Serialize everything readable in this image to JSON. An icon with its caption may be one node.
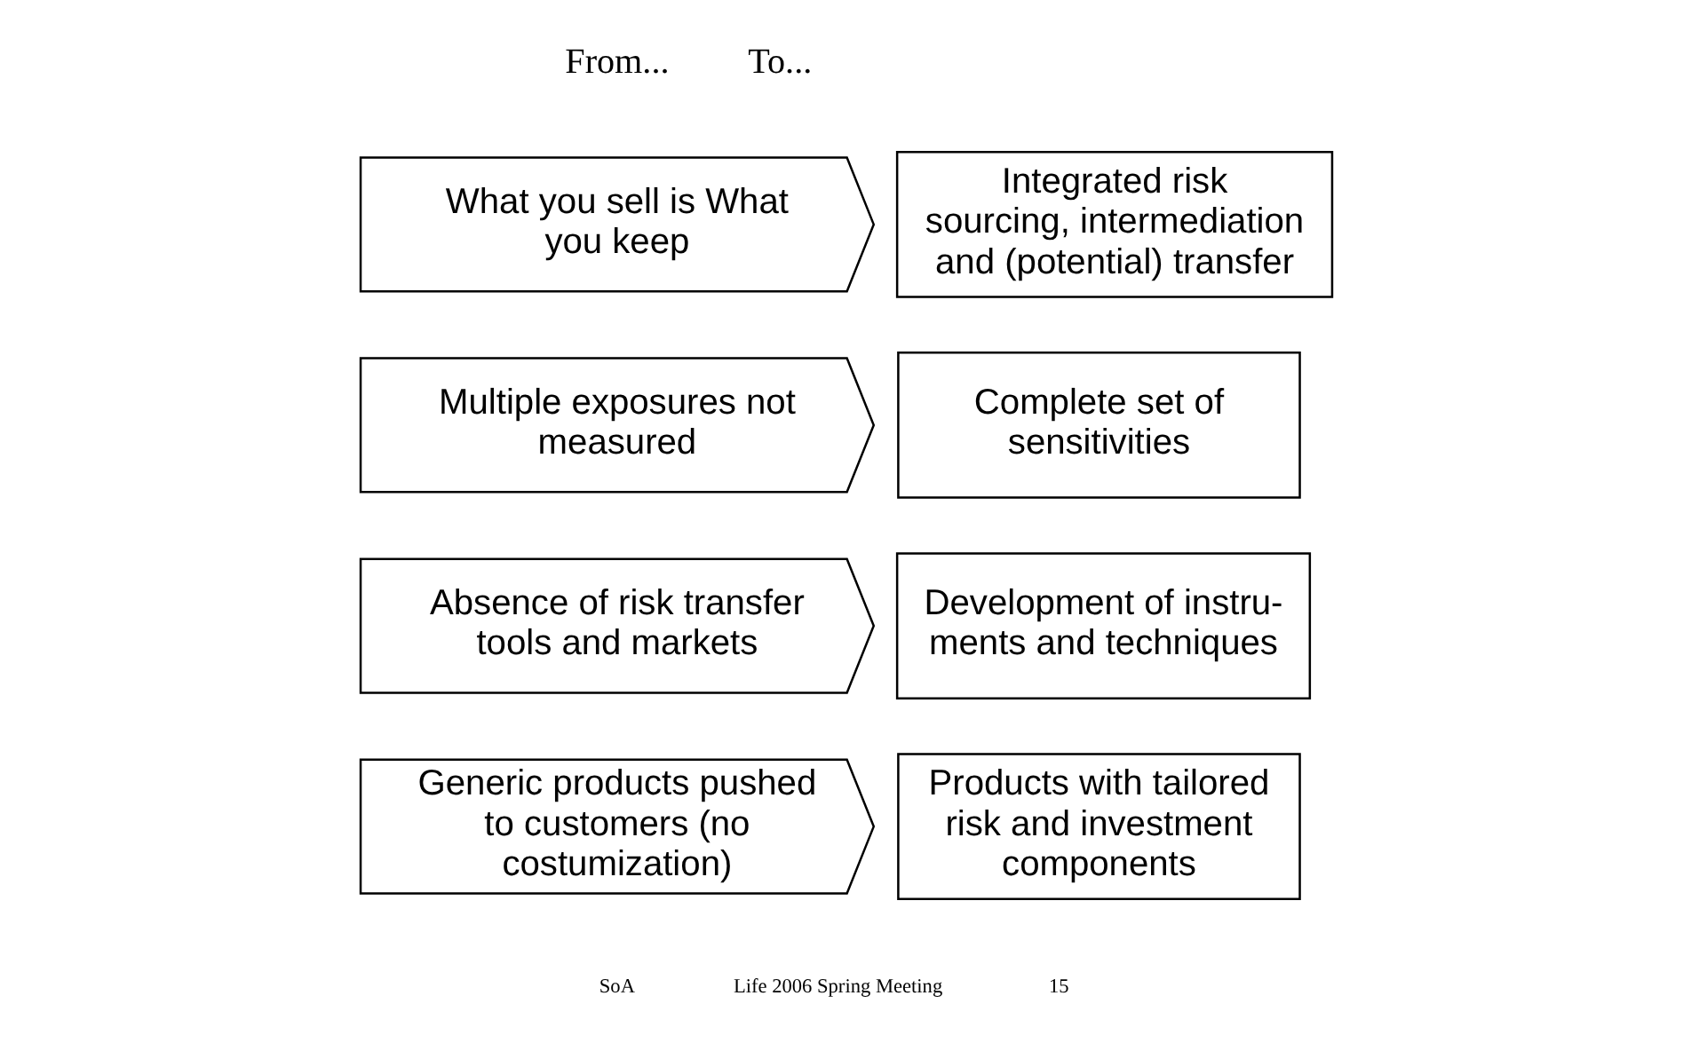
{
  "diagram": {
    "nodes": [
      {
        "text": [
          "What you sell is What you keep"
        ]
      },
      {
        "text": [
          "Integrated risk sourcing, intermediation and (potential) transfer"
        ]
      },
      {
        "text": [
          "Multiple exposures not measured"
        ]
      },
      {
        "text": [
          "Complete set of sensitivities"
        ]
      },
      {
        "text": [
          "Absence of risk transfer tools and markets"
        ]
      },
      {
        "text": [
          "Development of instru- ments and techniques"
        ]
      },
      {
        "text": [
          "Generic products pushed to customers (no costumization)"
        ]
      },
      {
        "text": [
          "Products with tailored risk and investment components"
        ]
      }
    ],
    "labels": [
      "From...",
      "To...",
      "SoA",
      "Life 2006 Spring Meeting",
      "15"
    ]
  }
}
